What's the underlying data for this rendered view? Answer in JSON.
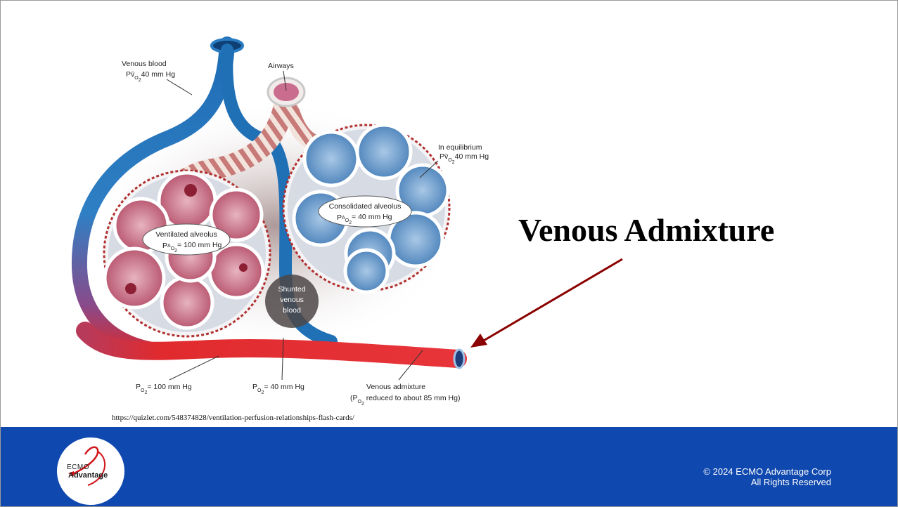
{
  "slide": {
    "title": "Venous Admixture",
    "source_url": "https://quizlet.com/548374828/ventilation-perfusion-relationships-flash-cards/"
  },
  "diagram": {
    "venous_blood": "Venous blood",
    "venous_blood_pressure": "40 mm Hg",
    "airways": "Airways",
    "in_equilibrium": "In equilibrium",
    "in_equilibrium_pressure": "40 mm Hg",
    "consolidated_alveolus": "Consolidated alveolus",
    "consolidated_pressure": "= 40 mm Hg",
    "ventilated_alveolus": "Ventilated alveolus",
    "ventilated_pressure": "= 100 mm Hg",
    "shunted_1": "Shunted",
    "shunted_2": "venous",
    "shunted_3": "blood",
    "po2_100": "= 100 mm Hg",
    "po2_40": "= 40 mm Hg",
    "venous_admixture": "Venous admixture",
    "venous_admixture_detail": "reduced to about 85 mm Hg)"
  },
  "footer": {
    "logo_line1": "ECMO",
    "logo_line2": "Advantage",
    "copyright": "© 2024 ECMO Advantage Corp",
    "rights": "All Rights Reserved"
  },
  "colors": {
    "footer_bg": "#0f48ae",
    "arrow": "#8b0000",
    "vein_blue": "#1f6fb5",
    "artery_red": "#e0282c"
  }
}
